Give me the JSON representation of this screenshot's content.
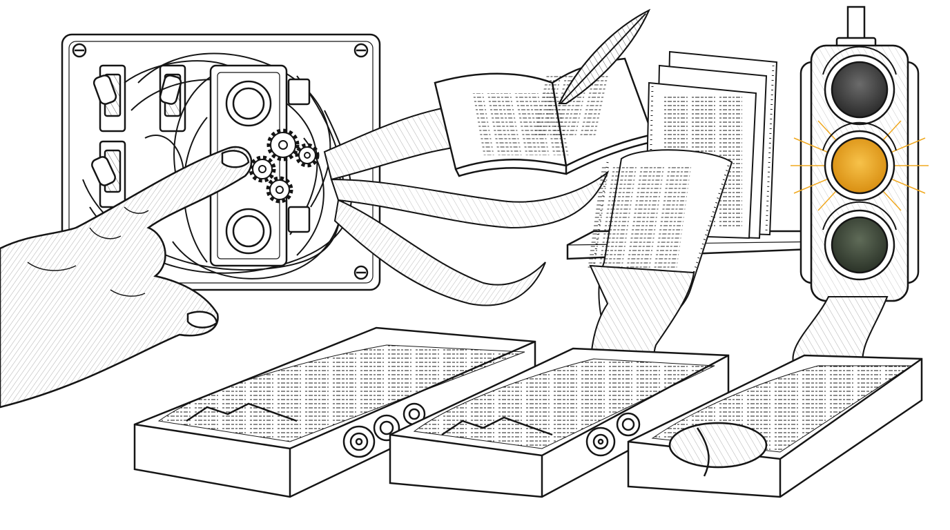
{
  "scene": {
    "palette": {
      "ink": "#151515",
      "paper": "#ffffff",
      "amber": "#f0a81e",
      "amber_glow": "#f7c24a",
      "dark_lens": "#3a3a3a",
      "green_lens": "#3d4a3b"
    },
    "elements": {
      "panel": "switch-panel-with-tangled-wires",
      "hand": "index-finger-pressing-gears",
      "book": "open-ledger-with-quill",
      "printout": "continuous-form-printer-paper",
      "signal": "traffic-light-amber-lit",
      "trays": "three-card-file-trays-with-scrolls"
    },
    "traffic_light": {
      "lit": "amber",
      "lamps": [
        "off",
        "amber",
        "off"
      ]
    },
    "tray_count": 3
  }
}
